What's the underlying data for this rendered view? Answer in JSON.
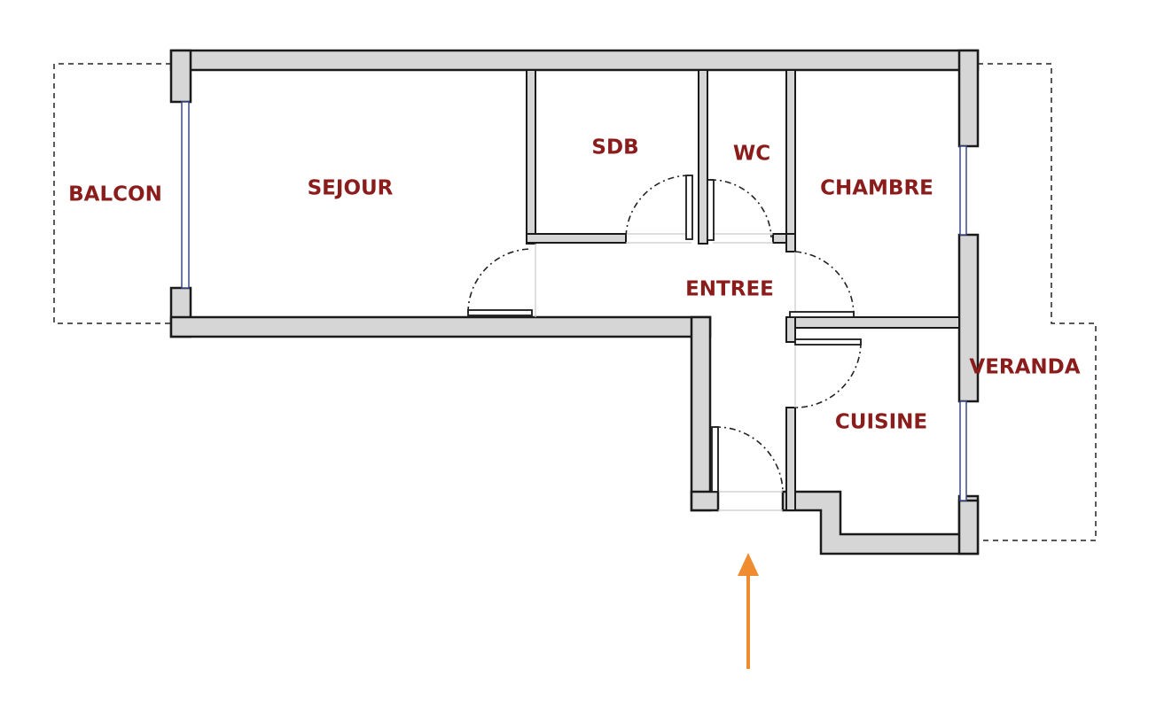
{
  "rooms": {
    "balcon": "BALCON",
    "sejour": "SEJOUR",
    "sdb": "SDB",
    "wc": "WC",
    "chambre": "CHAMBRE",
    "entree": "ENTREE",
    "veranda": "VERANDA",
    "cuisine": "CUISINE"
  },
  "colors": {
    "label": "#8b1c1c",
    "wall_fill": "#d6d6d6",
    "wall_stroke": "#1a1a1a",
    "entrance_arrow": "#f08c30",
    "window_frame": "#3a4a8a"
  },
  "icons": {
    "entrance": "entrance-arrow-icon"
  }
}
